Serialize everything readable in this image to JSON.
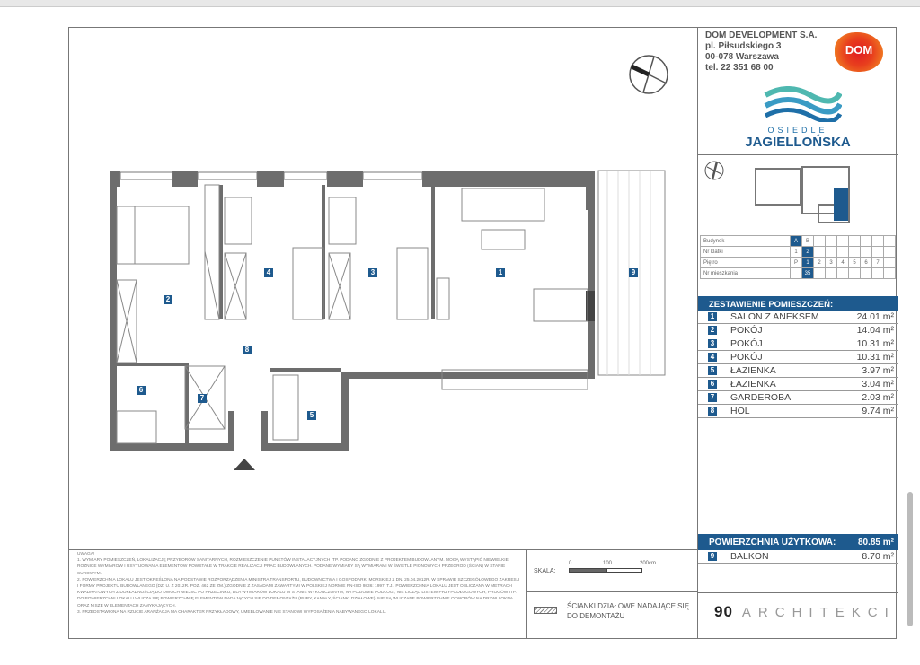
{
  "company": {
    "name": "DOM DEVELOPMENT S.A.",
    "street": "pl. Piłsudskiego 3",
    "city": "00-078 Warszawa",
    "phone": "tel. 22 351 68 00",
    "logo_text": "DOM"
  },
  "project": {
    "line1": "OSIEDLE",
    "line2": "JAGIELLOŃSKA"
  },
  "info_table": {
    "rows": [
      {
        "label": "Budynek",
        "cells": [
          "A",
          "B",
          "",
          "",
          "",
          "",
          "",
          "",
          ""
        ],
        "selected": 0
      },
      {
        "label": "Nr klatki",
        "cells": [
          "1",
          "2",
          "",
          "",
          "",
          "",
          "",
          "",
          ""
        ],
        "selected": 1
      },
      {
        "label": "Piętro",
        "cells": [
          "P",
          "1",
          "2",
          "3",
          "4",
          "5",
          "6",
          "7",
          ""
        ],
        "selected": 1
      },
      {
        "label": "Nr mieszkania",
        "cells": [
          "",
          "35",
          "",
          "",
          "",
          "",
          "",
          "",
          ""
        ],
        "selected": 1
      }
    ]
  },
  "rooms_header": "ZESTAWIENIE POMIESZCZEŃ:",
  "rooms": [
    {
      "no": "1",
      "name": "SALON Z ANEKSEM",
      "area": "24.01 m²"
    },
    {
      "no": "2",
      "name": "POKÓJ",
      "area": "14.04 m²"
    },
    {
      "no": "3",
      "name": "POKÓJ",
      "area": "10.31 m²"
    },
    {
      "no": "4",
      "name": "POKÓJ",
      "area": "10.31 m²"
    },
    {
      "no": "5",
      "name": "ŁAZIENKA",
      "area": "3.97 m²"
    },
    {
      "no": "6",
      "name": "ŁAZIENKA",
      "area": "3.04 m²"
    },
    {
      "no": "7",
      "name": "GARDEROBA",
      "area": "2.03 m²"
    },
    {
      "no": "8",
      "name": "HOL",
      "area": "9.74 m²"
    }
  ],
  "total": {
    "label": "POWIERZCHNIA UŻYTKOWA:",
    "area": "80.85 m²"
  },
  "balcony": {
    "no": "9",
    "name": "BALKON",
    "area": "8.70 m²"
  },
  "architect": {
    "logo": "90",
    "name": "ARCHITEKCI"
  },
  "scale": {
    "label": "SKALA:",
    "t0": "0",
    "t1": "100",
    "t2": "200cm"
  },
  "legend": {
    "line1": "ŚCIANKI DZIAŁOWE NADAJĄCE SIĘ",
    "line2": "DO DEMONTAŻU"
  },
  "notes": {
    "title": "UWAGA!",
    "items": [
      "1.  WYMIARY POMIESZCZEŃ, LOKALIZACJĘ PRZYBORÓW SANITARNYCH, ROZMIESZCZENIE PUNKTÓW INSTALACYJNYCH ITP. PODANO ZGODNIE Z PROJEKTEM BUDOWLANYM. MOGĄ WYSTĄPIĆ NIEWIELKIE RÓŻNICE WYMIARÓW I USYTUOWANIA ELEMENTÓW POWSTAŁE W TRAKCIE REALIZACJI PRAC BUDOWLANYCH. PODANE WYMIARY SĄ WYMIARAMI W ŚWIETLE PIONOWYCH PRZEGRÓD (ŚCIAN) W STANIE SUROWYM.",
      "2.  POWIERZCHNIA LOKALU JEST OKREŚLONA NA PODSTAWIE ROZPORZĄDZENIA MINISTRA TRANSPORTU, BUDOWNICTWA I GOSPODARKI MORSKIEJ Z DN. 25.04.2012R. W SPRAWIE SZCZEGÓŁOWEGO ZAKRESU I FORMY PROJEKTU BUDOWLANEGO (DZ. U. Z 2012R. POZ. 462 ZE ZM.) ZGODNIE Z ZASADAMI ZAWARTYMI W POLSKIEJ NORMIE PN-ISO 9836: 1997, T.J.: POWIERZCHNIA LOKALU JEST OBLICZANA W METRACH KWADRATOWYCH Z DOKŁADNOŚCIĄ DO DWÓCH MIEJSC PO PRZECINKU, DLA WYMIARÓW LOKALU W STANIE WYKOŃCZONYM, NA POZIOMIE PODŁOGI, NIE LICZĄC LISTEW PRZYPODŁOGOWYCH, PROGÓW ITP. DO POWIERZCHNI LOKALU WLICZA SIĘ POWIERZCHNIĘ ELEMENTÓW NADAJĄCYCH SIĘ DO DEMONTAŻU (RURY, KANAŁY, ŚCIANKI DZIAŁOWE), NIE SĄ WLICZANE POWIERZCHNIE OTWORÓW NA DRZWI I OKNA ORAZ NISZE W ELEMENTACH ZAMYKAJĄCYCH.",
      "3.  PRZEDSTAWIONA NA RZUCIE ARANŻACJA MA CHARAKTER PRZYKŁADOWY, UMEBLOWANIE NIE STANOWI WYPOSAŻENIA NABYWANEGO LOKALU."
    ]
  },
  "accent": "#1e5a8e"
}
